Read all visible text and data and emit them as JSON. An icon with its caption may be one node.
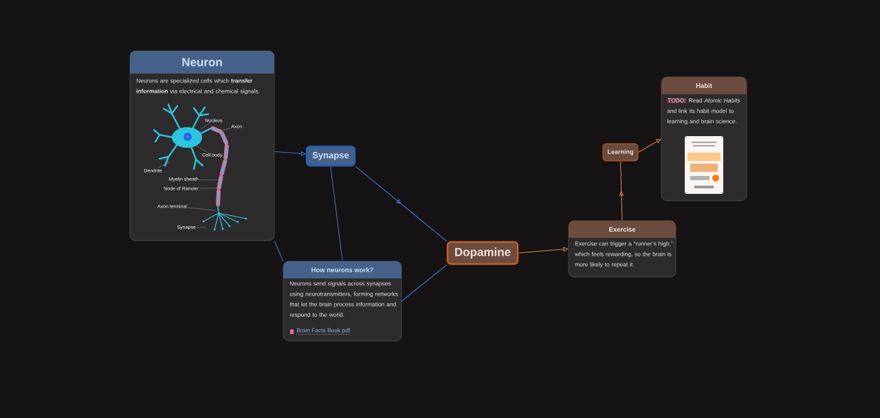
{
  "diagram": {
    "nodes": [
      {
        "text": [
          "Neuron",
          "Neurons are specialized cells which **transfer information** via electrical and chemical signals."
        ]
      },
      {
        "text": [
          "Nucleus"
        ],
        "in": 0
      },
      {
        "text": [
          "Axon"
        ],
        "in": 0
      },
      {
        "text": [
          "Cell body"
        ],
        "in": 0
      },
      {
        "text": [
          "Dendrite"
        ],
        "in": 0
      },
      {
        "text": [
          "Myelin sheath"
        ],
        "in": 0
      },
      {
        "text": [
          "Node of Ranvier"
        ],
        "in": 0
      },
      {
        "text": [
          "Axon terminal"
        ],
        "in": 0
      },
      {
        "text": [
          "Synapse"
        ],
        "in": 0
      },
      {
        "text": [
          "Synapse"
        ]
      },
      {
        "text": [
          "How neurons work?",
          "Neurons send signals across synapses using neurotransmitters, forming networks that let the brain process information and respond to the world.",
          "Brain Facts Book.pdf"
        ]
      },
      {
        "text": [
          "Dopamine"
        ]
      },
      {
        "text": [
          "Exercise",
          "Exercise  can trigger a “runner’s high,” which feels rewarding, so the brain is more likely to repeat it."
        ]
      },
      {
        "text": [
          "Learning"
        ]
      },
      {
        "text": [
          "Habit",
          "TODO:",
          "Read *Atomic Habits* and link its habit model to learning and brain science."
        ]
      },
      {
        "text": [],
        "shape": "picture",
        "in": 14
      }
    ],
    "edges": [
      {
        "from": 1,
        "to": null,
        "arrow": "none",
        "color": "#b8b8b8"
      },
      {
        "from": 2,
        "to": null,
        "arrow": "none",
        "color": "#b8b8b8"
      },
      {
        "from": 3,
        "to": null,
        "arrow": "none",
        "color": "#b8b8b8"
      },
      {
        "from": 4,
        "to": null,
        "arrow": "none",
        "color": "#b8b8b8"
      },
      {
        "from": 5,
        "to": null,
        "arrow": "none",
        "color": "#b8b8b8"
      },
      {
        "from": 6,
        "to": null,
        "arrow": "none",
        "color": "#b8b8b8"
      },
      {
        "from": 7,
        "to": null,
        "arrow": "none",
        "color": "#b8b8b8"
      },
      {
        "from": 8,
        "to": null,
        "arrow": "none",
        "color": "#b8b8b8"
      },
      {
        "from": 0,
        "to": 9,
        "arrow": "to",
        "color": "#3d7bd1"
      },
      {
        "from": 0,
        "to": 10,
        "arrow": "none",
        "color": "#3d7bd1"
      },
      {
        "from": 9,
        "to": 10,
        "arrow": "none",
        "color": "#3d7bd1"
      },
      {
        "from": 9,
        "to": 11,
        "arrow": "to",
        "color": "#3d7bd1"
      },
      {
        "from": 10,
        "to": 11,
        "arrow": "none",
        "color": "#3d7bd1"
      },
      {
        "from": 11,
        "to": 12,
        "arrow": "to",
        "color": "#e8894a"
      },
      {
        "from": 12,
        "to": 13,
        "arrow": "to",
        "color": "#e8894a"
      },
      {
        "from": 13,
        "to": 14,
        "arrow": "to",
        "color": "#e8894a"
      }
    ]
  }
}
